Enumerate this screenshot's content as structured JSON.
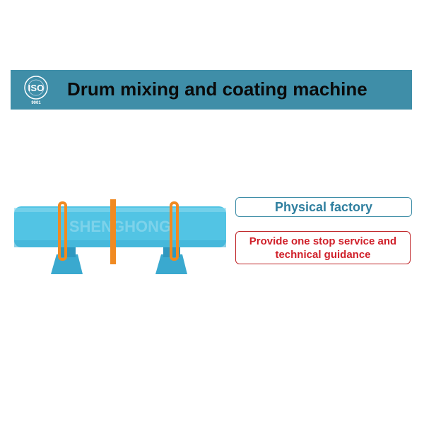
{
  "header": {
    "title": "Drum mixing and coating machine",
    "badge": {
      "label": "ISO",
      "number": "9001"
    }
  },
  "product": {
    "watermark": "SHENGHONG"
  },
  "features": {
    "box1": "Physical factory",
    "box2_line1": "Provide one stop service and",
    "box2_line2": "technical guidance"
  },
  "colors": {
    "banner": "#3f8ea8",
    "drum": "#4fc3e3",
    "ring": "#f08a22",
    "accent_red": "#d0202a"
  }
}
